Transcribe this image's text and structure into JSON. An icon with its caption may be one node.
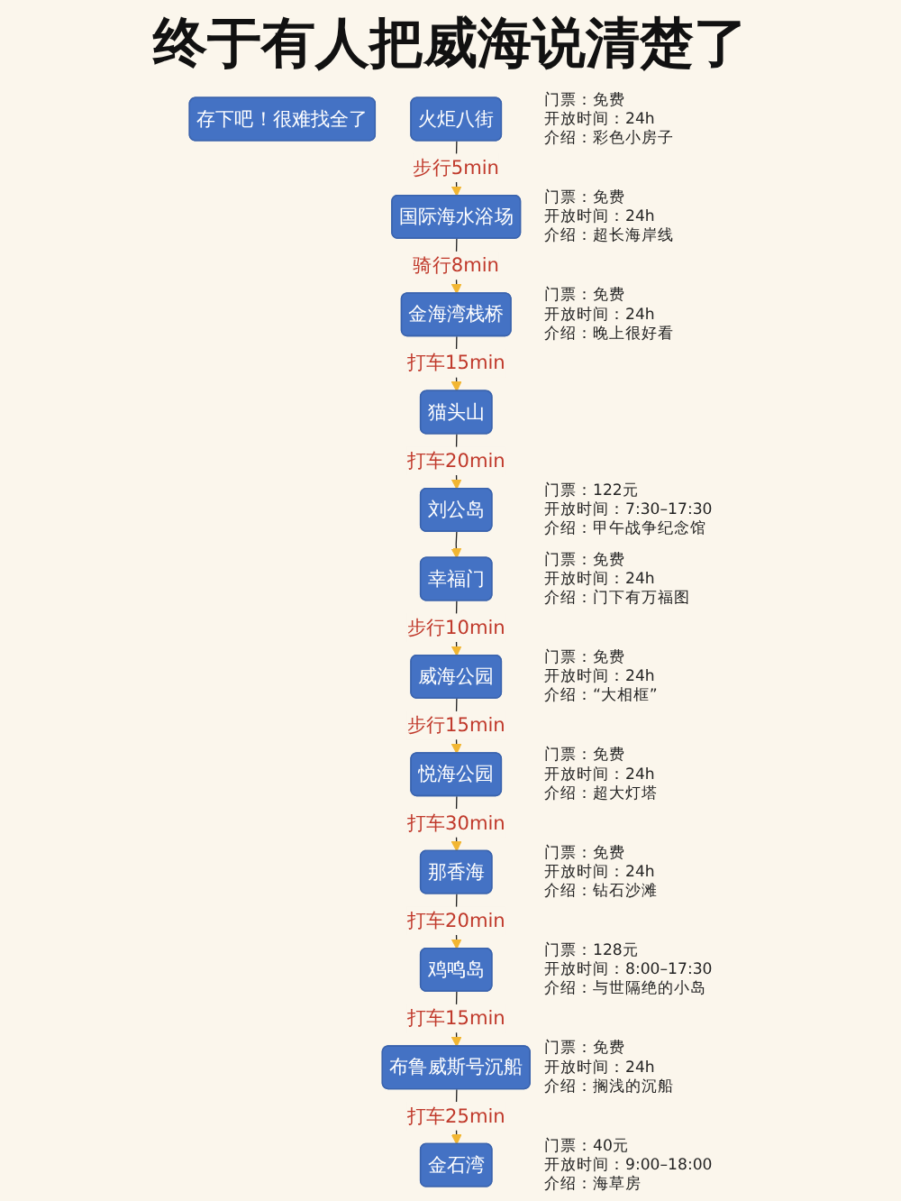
{
  "diagram": {
    "title": "终于有人把威海说清楚了",
    "nodes": [
      {
        "text": [
          "存下吧！很难找全了"
        ]
      },
      {
        "text": [
          "火炬八街"
        ],
        "beside": [
          "门票：免费",
          "开放时间：24h",
          "介绍：彩色小房子"
        ]
      },
      {
        "text": [
          "国际海水浴场"
        ],
        "beside": [
          "门票：免费",
          "开放时间：24h",
          "介绍：超长海岸线"
        ]
      },
      {
        "text": [
          "金海湾栈桥"
        ],
        "beside": [
          "门票：免费",
          "开放时间：24h",
          "介绍：晚上很好看"
        ]
      },
      {
        "text": [
          "猫头山"
        ]
      },
      {
        "text": [
          "刘公岛"
        ],
        "beside": [
          "门票：122元",
          "开放时间：7:30–17:30",
          "介绍：甲午战争纪念馆"
        ]
      },
      {
        "text": [
          "幸福门"
        ],
        "beside": [
          "门票：免费",
          "开放时间：24h",
          "介绍：门下有万福图"
        ]
      },
      {
        "text": [
          "威海公园"
        ],
        "beside": [
          "门票：免费",
          "开放时间：24h",
          "介绍：“大相框”"
        ]
      },
      {
        "text": [
          "悦海公园"
        ],
        "beside": [
          "门票：免费",
          "开放时间：24h",
          "介绍：超大灯塔"
        ]
      },
      {
        "text": [
          "那香海"
        ],
        "beside": [
          "门票：免费",
          "开放时间：24h",
          "介绍：钻石沙滩"
        ]
      },
      {
        "text": [
          "鸡鸣岛"
        ],
        "beside": [
          "门票：128元",
          "开放时间：8:00–17:30",
          "介绍：与世隔绝的小岛"
        ]
      },
      {
        "text": [
          "布鲁威斯号沉船"
        ],
        "beside": [
          "门票：免费",
          "开放时间：24h",
          "介绍：搁浅的沉船"
        ]
      },
      {
        "text": [
          "金石湾"
        ],
        "beside": [
          "门票：40元",
          "开放时间：9:00–18:00",
          "介绍：海草房"
        ]
      }
    ],
    "edges": [
      {
        "from": 1,
        "to": 2,
        "arrow": "to",
        "label": "步行5min"
      },
      {
        "from": 2,
        "to": 3,
        "arrow": "to",
        "label": "骑行8min"
      },
      {
        "from": 3,
        "to": 4,
        "arrow": "to",
        "label": "打车15min"
      },
      {
        "from": 4,
        "to": 5,
        "arrow": "to",
        "label": "打车20min"
      },
      {
        "from": 5,
        "to": 6,
        "arrow": "to"
      },
      {
        "from": 6,
        "to": 7,
        "arrow": "to",
        "label": "步行10min"
      },
      {
        "from": 7,
        "to": 8,
        "arrow": "to",
        "label": "步行15min"
      },
      {
        "from": 8,
        "to": 9,
        "arrow": "to",
        "label": "打车30min"
      },
      {
        "from": 9,
        "to": 10,
        "arrow": "to",
        "label": "打车20min"
      },
      {
        "from": 10,
        "to": 11,
        "arrow": "to",
        "label": "打车15min"
      },
      {
        "from": 11,
        "to": 12,
        "arrow": "to",
        "label": "打车25min"
      }
    ]
  }
}
